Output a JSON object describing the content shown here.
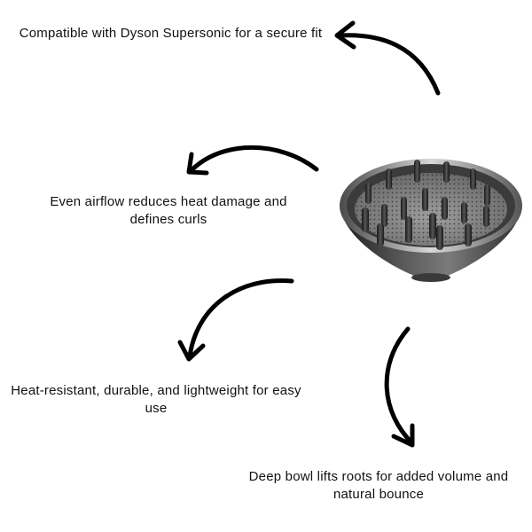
{
  "features": [
    {
      "text": "Compatible with Dyson Supersonic for a secure fit"
    },
    {
      "text": "Even airflow reduces heat damage and defines curls"
    },
    {
      "text": "Heat-resistant, durable, and lightweight for easy use"
    },
    {
      "text": "Deep bowl lifts roots for added volume and natural bounce"
    }
  ],
  "colors": {
    "text": "#111111",
    "arrow": "#000000",
    "product_dark": "#2a2a2a",
    "product_light": "#cfcfcf"
  },
  "product": {
    "icon": "hair-diffuser-attachment-image"
  }
}
